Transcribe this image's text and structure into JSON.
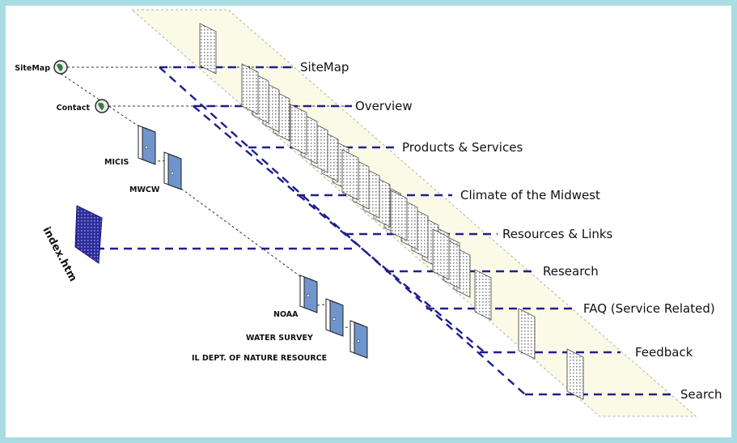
{
  "sections": [
    "SiteMap",
    "Overview",
    "Products & Services",
    "Climate of the Midwest",
    "Resources & Links",
    "Research",
    "FAQ (Service Related)",
    "Feedback",
    "Search"
  ],
  "globe_links": [
    "SiteMap",
    "Contact"
  ],
  "doors_top": [
    "MICIS",
    "MWCW"
  ],
  "doors_bottom": [
    "NOAA",
    "WATER SURVEY",
    "IL DEPT. OF NATURE RESOURCE"
  ],
  "index_page": "index.htm",
  "colors": {
    "frame": "#a9dde3",
    "band": "#fbfae7",
    "link_dash": "#1f1f8f",
    "door": "#6f95cc",
    "index_page": "#2d2d9a",
    "globe": "#3a7a4a"
  }
}
